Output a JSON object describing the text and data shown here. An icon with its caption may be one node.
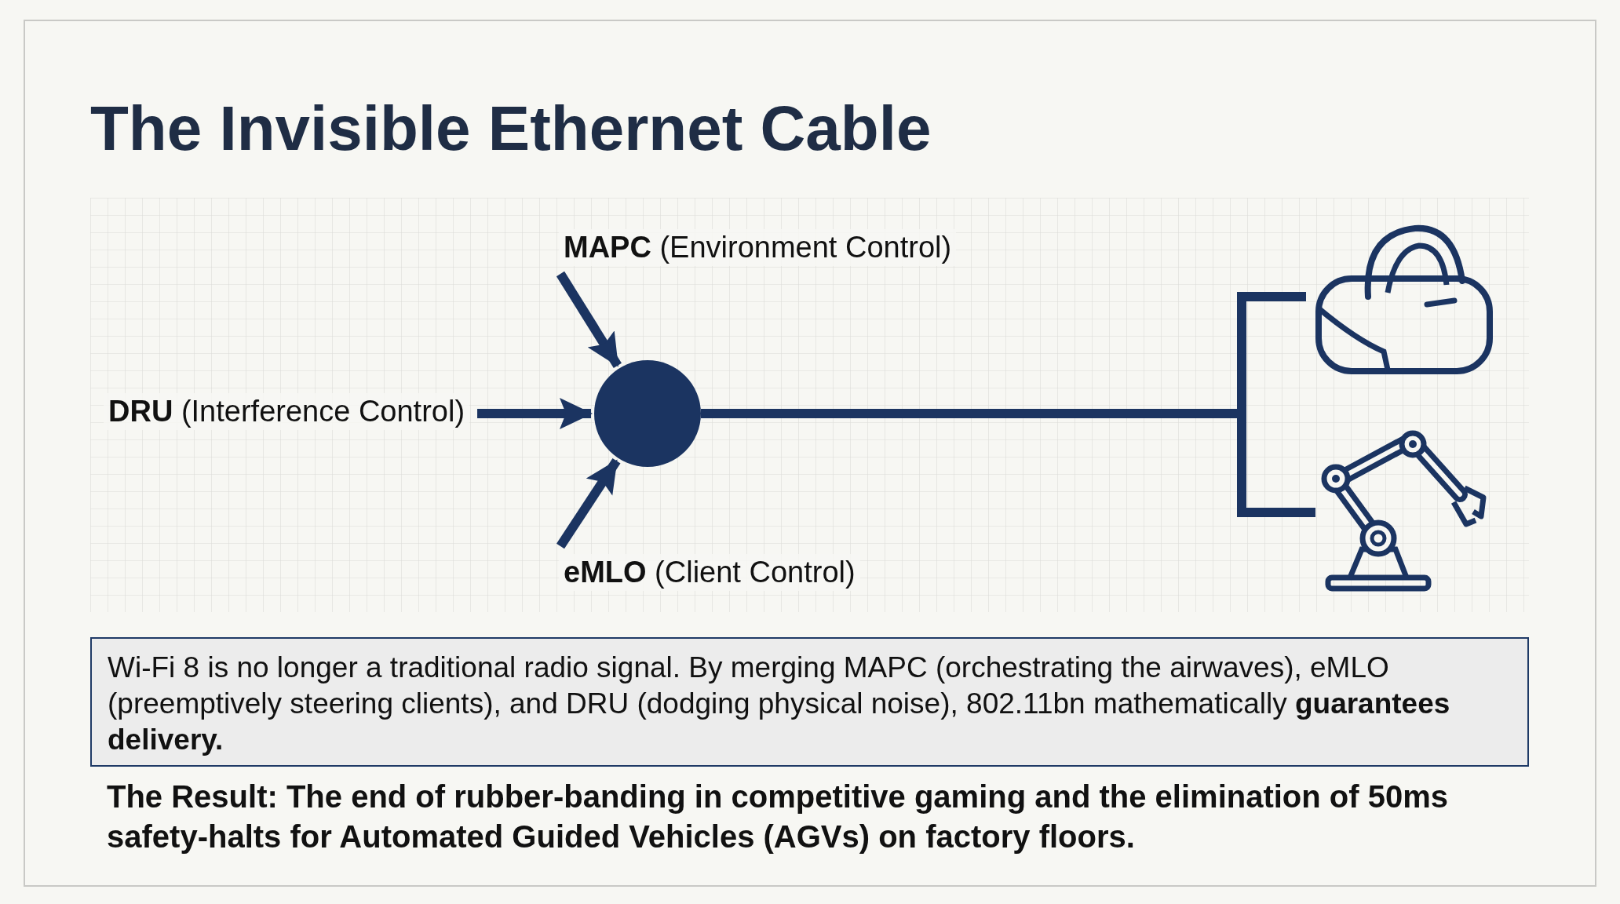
{
  "diagram": {
    "title": "The Invisible Ethernet Cable",
    "nodes": [
      {
        "text": [
          "**MAPC** (Environment Control)"
        ]
      },
      {
        "text": [
          "**DRU** (Interference Control)"
        ]
      },
      {
        "text": [
          "**eMLO** (Client Control)"
        ]
      },
      {
        "text": [],
        "shape": "circle"
      },
      {
        "text": [],
        "shape": "picture"
      },
      {
        "text": [],
        "shape": "picture"
      },
      {
        "text": [
          "Wi-Fi 8 is no longer a traditional radio signal. By merging MAPC (orchestrating the airwaves), eMLO (preemptively steering clients), and DRU (dodging physical noise), 802.11bn mathematically **guarantees delivery.**"
        ]
      }
    ],
    "edges": [
      {
        "from": 0,
        "to": 3,
        "arrow": "to"
      },
      {
        "from": 1,
        "to": 3,
        "arrow": "to"
      },
      {
        "from": 2,
        "to": 3,
        "arrow": "to"
      },
      {
        "from": 3,
        "to": 4,
        "arrow": "none"
      },
      {
        "from": 3,
        "to": 5,
        "arrow": "none"
      }
    ],
    "labels": [
      "The Result: The end of rubber-banding in competitive gaming and the elimination of 50ms safety-halts for Automated Guided Vehicles (AGVs) on factory floors."
    ]
  }
}
